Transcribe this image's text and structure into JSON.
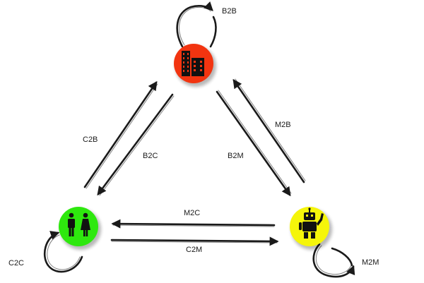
{
  "nodes": {
    "business": {
      "color": "#f23410",
      "icon": "office-buildings-icon"
    },
    "consumer": {
      "color": "#2ee80e",
      "icon": "man-woman-icon"
    },
    "machine": {
      "color": "#f5f50a",
      "icon": "robot-icon"
    }
  },
  "edges": {
    "b2b": "B2B",
    "c2b": "C2B",
    "b2c": "B2C",
    "b2m": "B2M",
    "m2b": "M2B",
    "m2c": "M2C",
    "c2m": "C2M",
    "c2c": "C2C",
    "m2m": "M2M"
  }
}
